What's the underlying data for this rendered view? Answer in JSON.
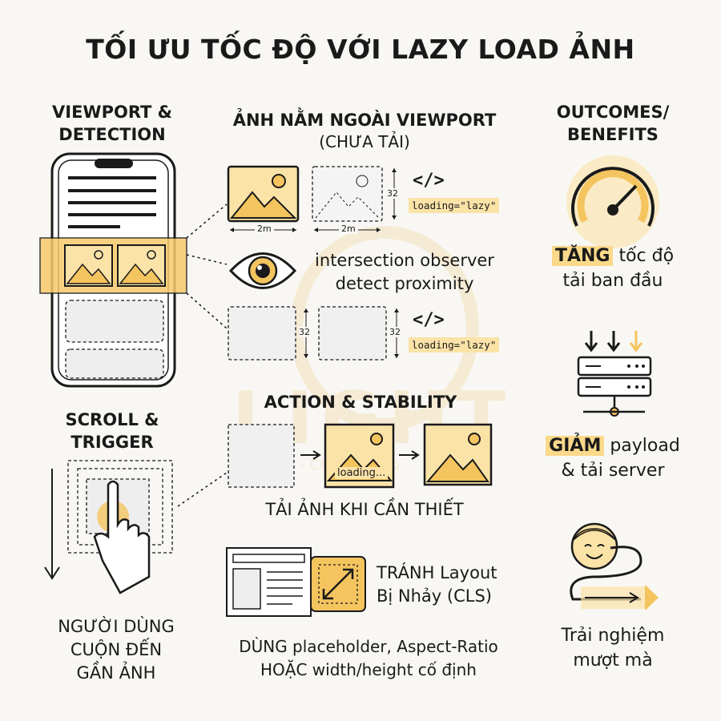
{
  "title": "TỐI ƯU TỐC ĐỘ VỚI LAZY LOAD ẢNH",
  "left": {
    "viewport_header": [
      "VIEWPORT &",
      "DETECTION"
    ],
    "scroll_header": [
      "SCROLL &",
      "TRIGGER"
    ],
    "scroll_caption": [
      "NGƯỜI DÙNG",
      "CUỘN ĐẾN",
      "GẦN ẢNH"
    ]
  },
  "middle": {
    "offscreen_header": "ẢNH NẰM NGOÀI VIEWPORT",
    "offscreen_sub": "(CHƯA TẢI)",
    "code_icon": "</>",
    "lazy_attr": "loading=\"lazy\"",
    "dim_width": "2m",
    "dim_height": "32",
    "observer_text": [
      "intersection observer",
      "detect proximity"
    ],
    "action_header": "ACTION & STABILITY",
    "loading_label": "loading...",
    "load_caption": "TẢI ẢNH KHI CẦN THIẾT",
    "cls_text": [
      "TRÁNH Layout",
      "Bị Nhảy (CLS)"
    ],
    "placeholder_text": [
      "DÙNG placeholder, Aspect-Ratio",
      "HOẶC width/height cố định"
    ]
  },
  "right": {
    "header": [
      "OUTCOMES/",
      "BENEFITS"
    ],
    "speed_highlight": "TĂNG",
    "speed_rest": " tốc độ",
    "speed_line2": "tải ban đầu",
    "payload_highlight": "GIẢM",
    "payload_rest": " payload",
    "payload_line2": "& tải server",
    "ux_text": [
      "Trải nghiệm",
      "mượt mà"
    ]
  },
  "watermark": {
    "letters": "LIGHT",
    "tagline": "Nhanh - Chuẩn - Đẹp"
  },
  "colors": {
    "accent": "#f4c45e",
    "accent_light": "#fbe3a8",
    "ink": "#1a1a1a"
  }
}
